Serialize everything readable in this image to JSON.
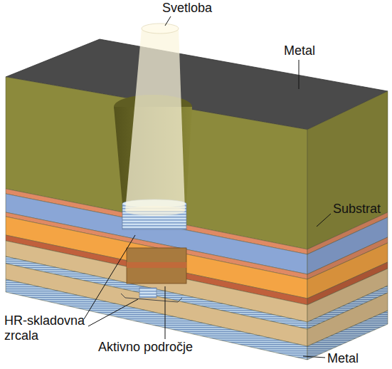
{
  "diagram": {
    "labels": [
      "Svetloba",
      "Metal",
      "Substrat",
      "HR-skladovna zrcala",
      "Aktivno področje",
      "Metal"
    ]
  }
}
